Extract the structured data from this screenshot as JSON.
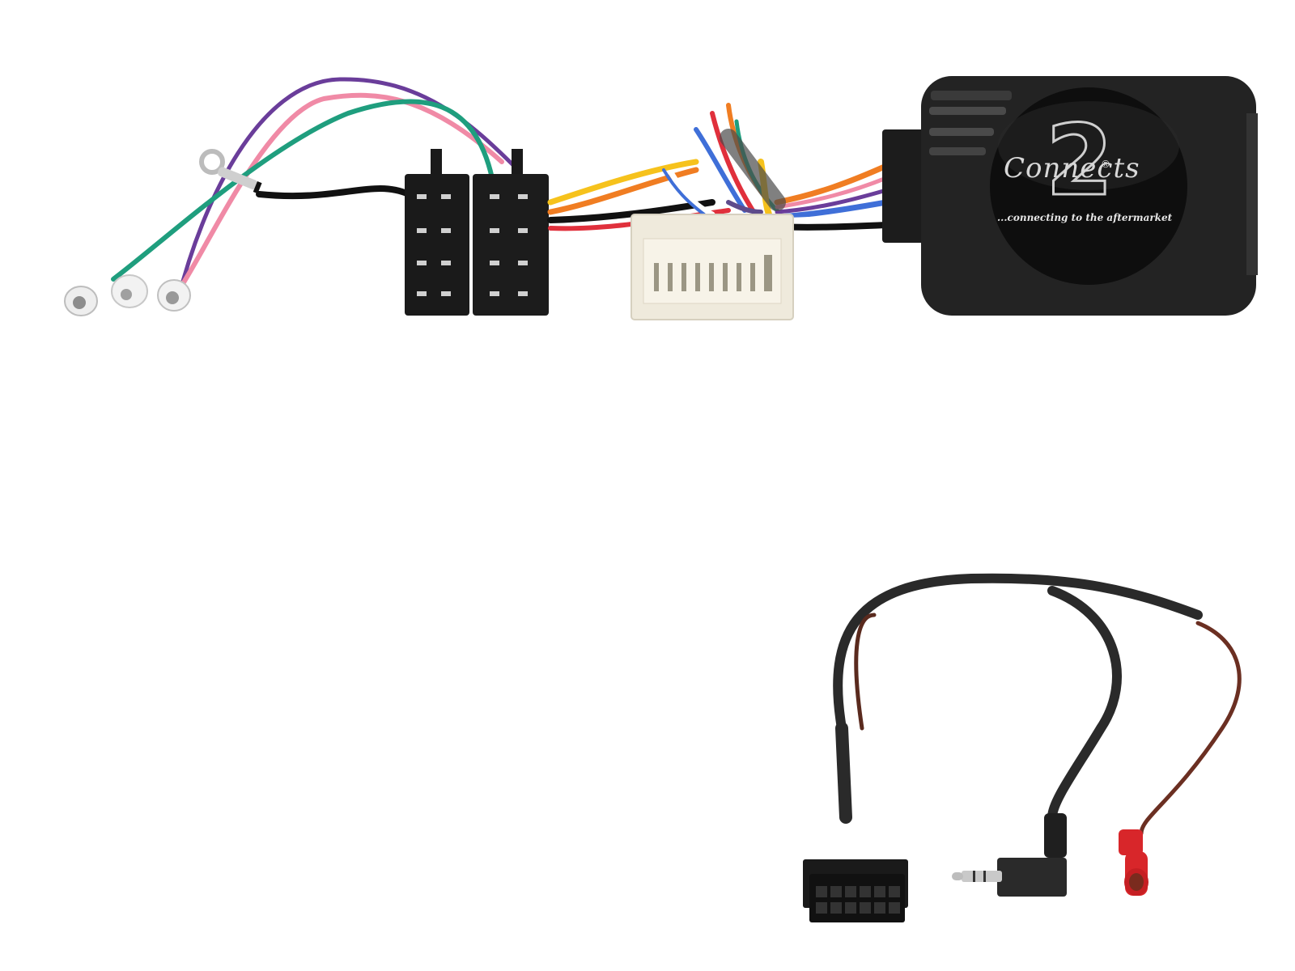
{
  "product": {
    "brand_text": "Connects",
    "brand_numeral": "2",
    "registered_mark": "®",
    "tagline": "...connecting to the aftermarket"
  },
  "components": [
    {
      "name": "interface-module",
      "color": "#1e1e1e"
    },
    {
      "name": "iso-connector-pair",
      "color": "#1a1a1a"
    },
    {
      "name": "vehicle-harness-connector",
      "color": "#efeadc"
    },
    {
      "name": "ring-terminal-ground",
      "color": "#c9c9c9"
    },
    {
      "name": "bullet-terminals",
      "count": 3
    },
    {
      "name": "patch-lead-12pin-connector",
      "color": "#1a1a1a"
    },
    {
      "name": "jack-3-5mm",
      "color": "#2a2a2a"
    },
    {
      "name": "red-bullet-connector",
      "color": "#d8262a"
    }
  ],
  "wire_colors": [
    "#6a3d9a",
    "#f08aa6",
    "#1f9e7e",
    "#111111",
    "#f6c21c",
    "#f07d22",
    "#3f6fd8",
    "#e0303c",
    "#ffffff",
    "#5e4b8b",
    "#6b2f22"
  ]
}
